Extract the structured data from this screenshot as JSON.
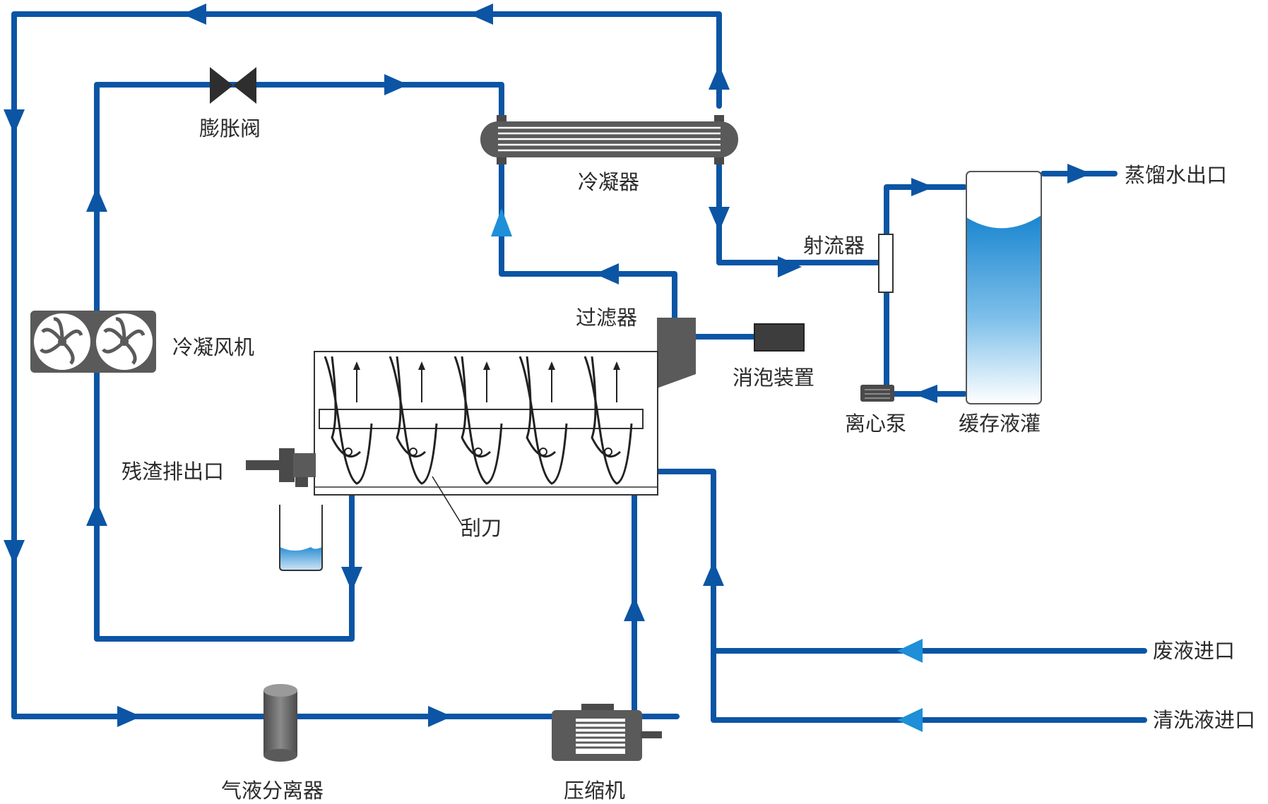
{
  "labels": {
    "expansion_valve": "膨胀阀",
    "condenser": "冷凝器",
    "condenser_fan": "冷凝风机",
    "ejector": "射流器",
    "distilled_water_outlet": "蒸馏水出口",
    "filter": "过滤器",
    "defoamer": "消泡装置",
    "centrifugal_pump": "离心泵",
    "buffer_tank": "缓存液灌",
    "residue_outlet": "残渣排出口",
    "scraper": "刮刀",
    "waste_liquid_inlet": "废液进口",
    "cleaning_liquid_inlet": "清洗液进口",
    "gas_liquid_separator": "气液分离器",
    "compressor": "压缩机"
  },
  "colors": {
    "pipe": "#0b55a4",
    "arrow_light": "#1e8fd8",
    "equipment": "#5a5a5a",
    "liquid_top": "#1a86d0",
    "liquid_bottom": "#ffffff"
  }
}
